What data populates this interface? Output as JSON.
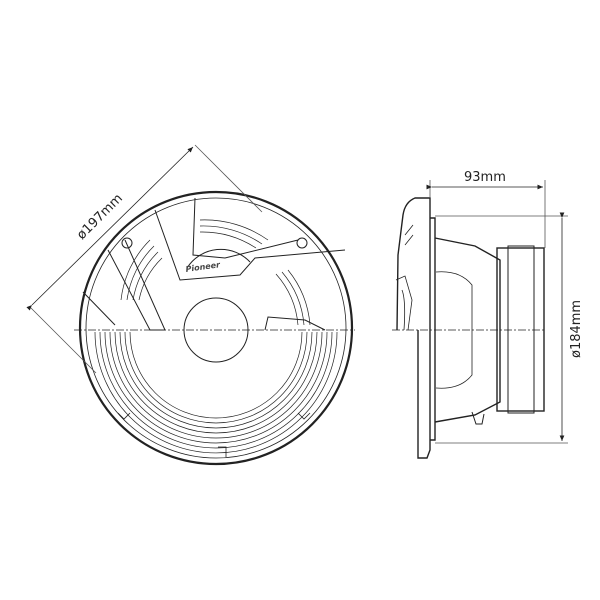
{
  "dimensions": {
    "outer_diameter": "ø197mm",
    "depth": "93mm",
    "cutout_diameter": "ø184mm"
  },
  "logo": "Pioneer",
  "colors": {
    "line": "#222222",
    "background": "#ffffff"
  }
}
